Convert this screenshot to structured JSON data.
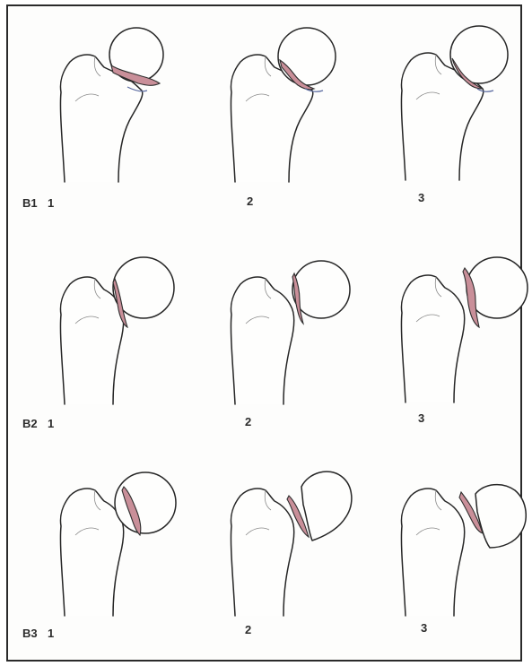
{
  "rows": [
    {
      "group": "B1",
      "labels": [
        "1",
        "2",
        "3"
      ]
    },
    {
      "group": "B2",
      "labels": [
        "1",
        "2",
        "3"
      ]
    },
    {
      "group": "B3",
      "labels": [
        "1",
        "2",
        "3"
      ]
    }
  ],
  "colors": {
    "fracture_fill": "#c98f99",
    "outline": "#262626",
    "border": "#2a2a2a",
    "label": "#2c2c2c"
  },
  "icons": [
    "femur-illustration"
  ]
}
